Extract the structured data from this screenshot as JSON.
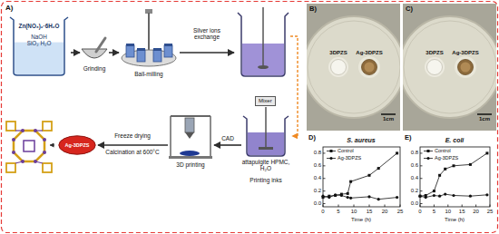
{
  "diagram": {
    "nodes": [
      {
        "text": [
          "Zn(NO₃)₂·6H₂O",
          "NaOH SiO₂ H₂O"
        ]
      },
      {
        "text": [
          "Mixer"
        ]
      },
      {
        "text": [
          "Ag-3DPZS"
        ]
      }
    ],
    "labels": [
      "A)",
      "Grinding",
      "Ball-milling",
      "Silver ions exchange",
      "attapulgite HPMC, H₂O",
      "Printing inks",
      "CAD",
      "3D printing",
      "Freeze drying",
      "Calcination at 600°C",
      "B)",
      "3DPZS",
      "Ag-3DPZS",
      "1cm",
      "C)",
      "3DPZS",
      "Ag-3DPZS",
      "1cm",
      "D)",
      "S. aureus",
      "0.0",
      "0.2",
      "0.4",
      "0.6",
      "0.8",
      "0",
      "5",
      "10",
      "15",
      "20",
      "25",
      "Time (h)",
      "E)",
      "E. coli",
      "0.0",
      "0.2",
      "0.4",
      "0.6",
      "0.8",
      "0",
      "5",
      "10",
      "15",
      "20",
      "25",
      "Time (h)"
    ],
    "legend": [
      {
        "text": "Control"
      },
      {
        "text": "Ag-3DPZS"
      },
      {
        "text": "Control"
      },
      {
        "text": "Ag-3DPZS"
      }
    ]
  }
}
